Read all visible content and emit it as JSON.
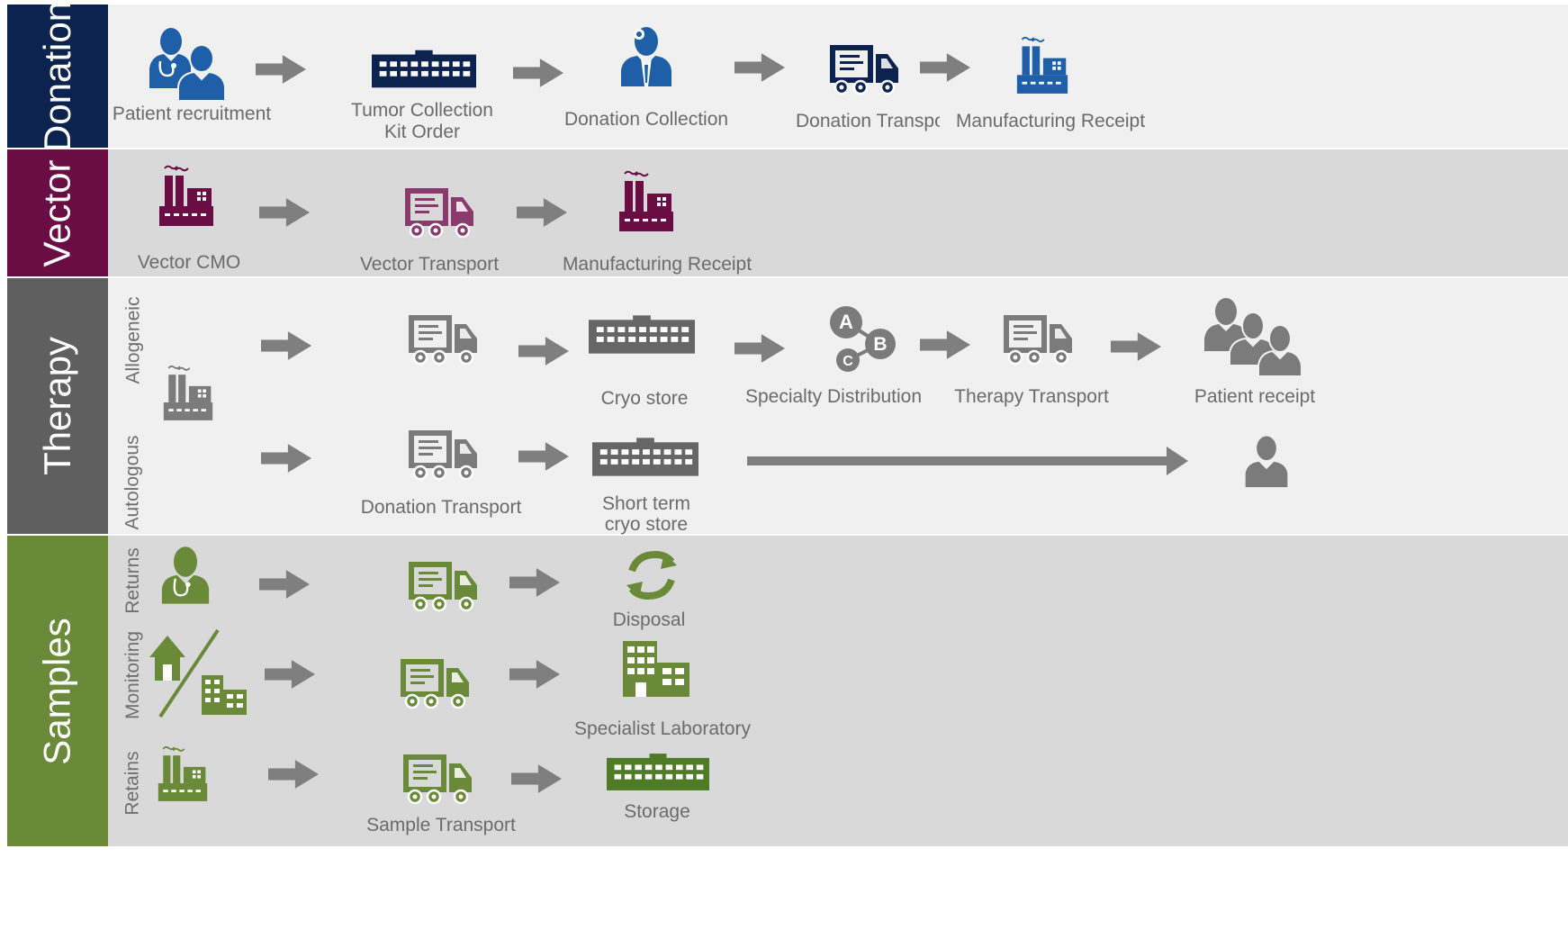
{
  "colors": {
    "navy": "#0c2350",
    "blue": "#1f5fa8",
    "maroon": "#6b0d45",
    "therapy_tab": "#5f5f5f",
    "therapy_icon": "#7b7b7b",
    "green": "#6a8a3a",
    "dark_green": "#4f7a26",
    "arrow": "#7f7f7f",
    "band_light": "#f0f0f0",
    "band_dark": "#d9d9d9"
  },
  "lanes": {
    "donation": "Donation",
    "vector": "Vector",
    "therapy": "Therapy",
    "samples": "Samples"
  },
  "sublanes": {
    "allogeneic": "Allogeneic",
    "autologous": "Autologous",
    "returns": "Returns",
    "monitoring": "Monitoring",
    "retains": "Retains"
  },
  "donation": {
    "patient_recruitment": "Patient recruitment",
    "tumor_kit_line1": "Tumor Collection",
    "tumor_kit_line2": "Kit Order",
    "donation_collection": "Donation Collection",
    "donation_transport": "Donation Transport",
    "manufacturing_receipt": "Manufacturing Receipt"
  },
  "vector": {
    "vector_cmo": "Vector CMO",
    "vector_transport": "Vector Transport",
    "manufacturing_receipt": "Manufacturing Receipt"
  },
  "therapy": {
    "cryo_store": "Cryo store",
    "specialty_distribution": "Specialty Distribution",
    "therapy_transport": "Therapy Transport",
    "patient_receipt": "Patient receipt",
    "donation_transport": "Donation Transport",
    "short_term_line1": "Short term",
    "short_term_line2": "cryo store",
    "abc_letters": [
      "A",
      "B",
      "C"
    ]
  },
  "samples": {
    "disposal": "Disposal",
    "specialist_laboratory": "Specialist Laboratory",
    "sample_transport": "Sample Transport",
    "storage": "Storage"
  },
  "icons": {
    "patient_recruitment": "doctor-patient-icon",
    "kit": "building-icon",
    "donation_collection": "doctor-icon",
    "truck": "truck-icon",
    "factory": "factory-icon",
    "cryo_store": "building-icon",
    "specialty_distribution": "abc-network-icon",
    "patient_receipt": "people-group-icon",
    "patient_single": "person-icon",
    "nurse": "nurse-icon",
    "home_or_office": "house-office-icon",
    "disposal": "recycle-icon",
    "laboratory": "office-buildings-icon"
  }
}
